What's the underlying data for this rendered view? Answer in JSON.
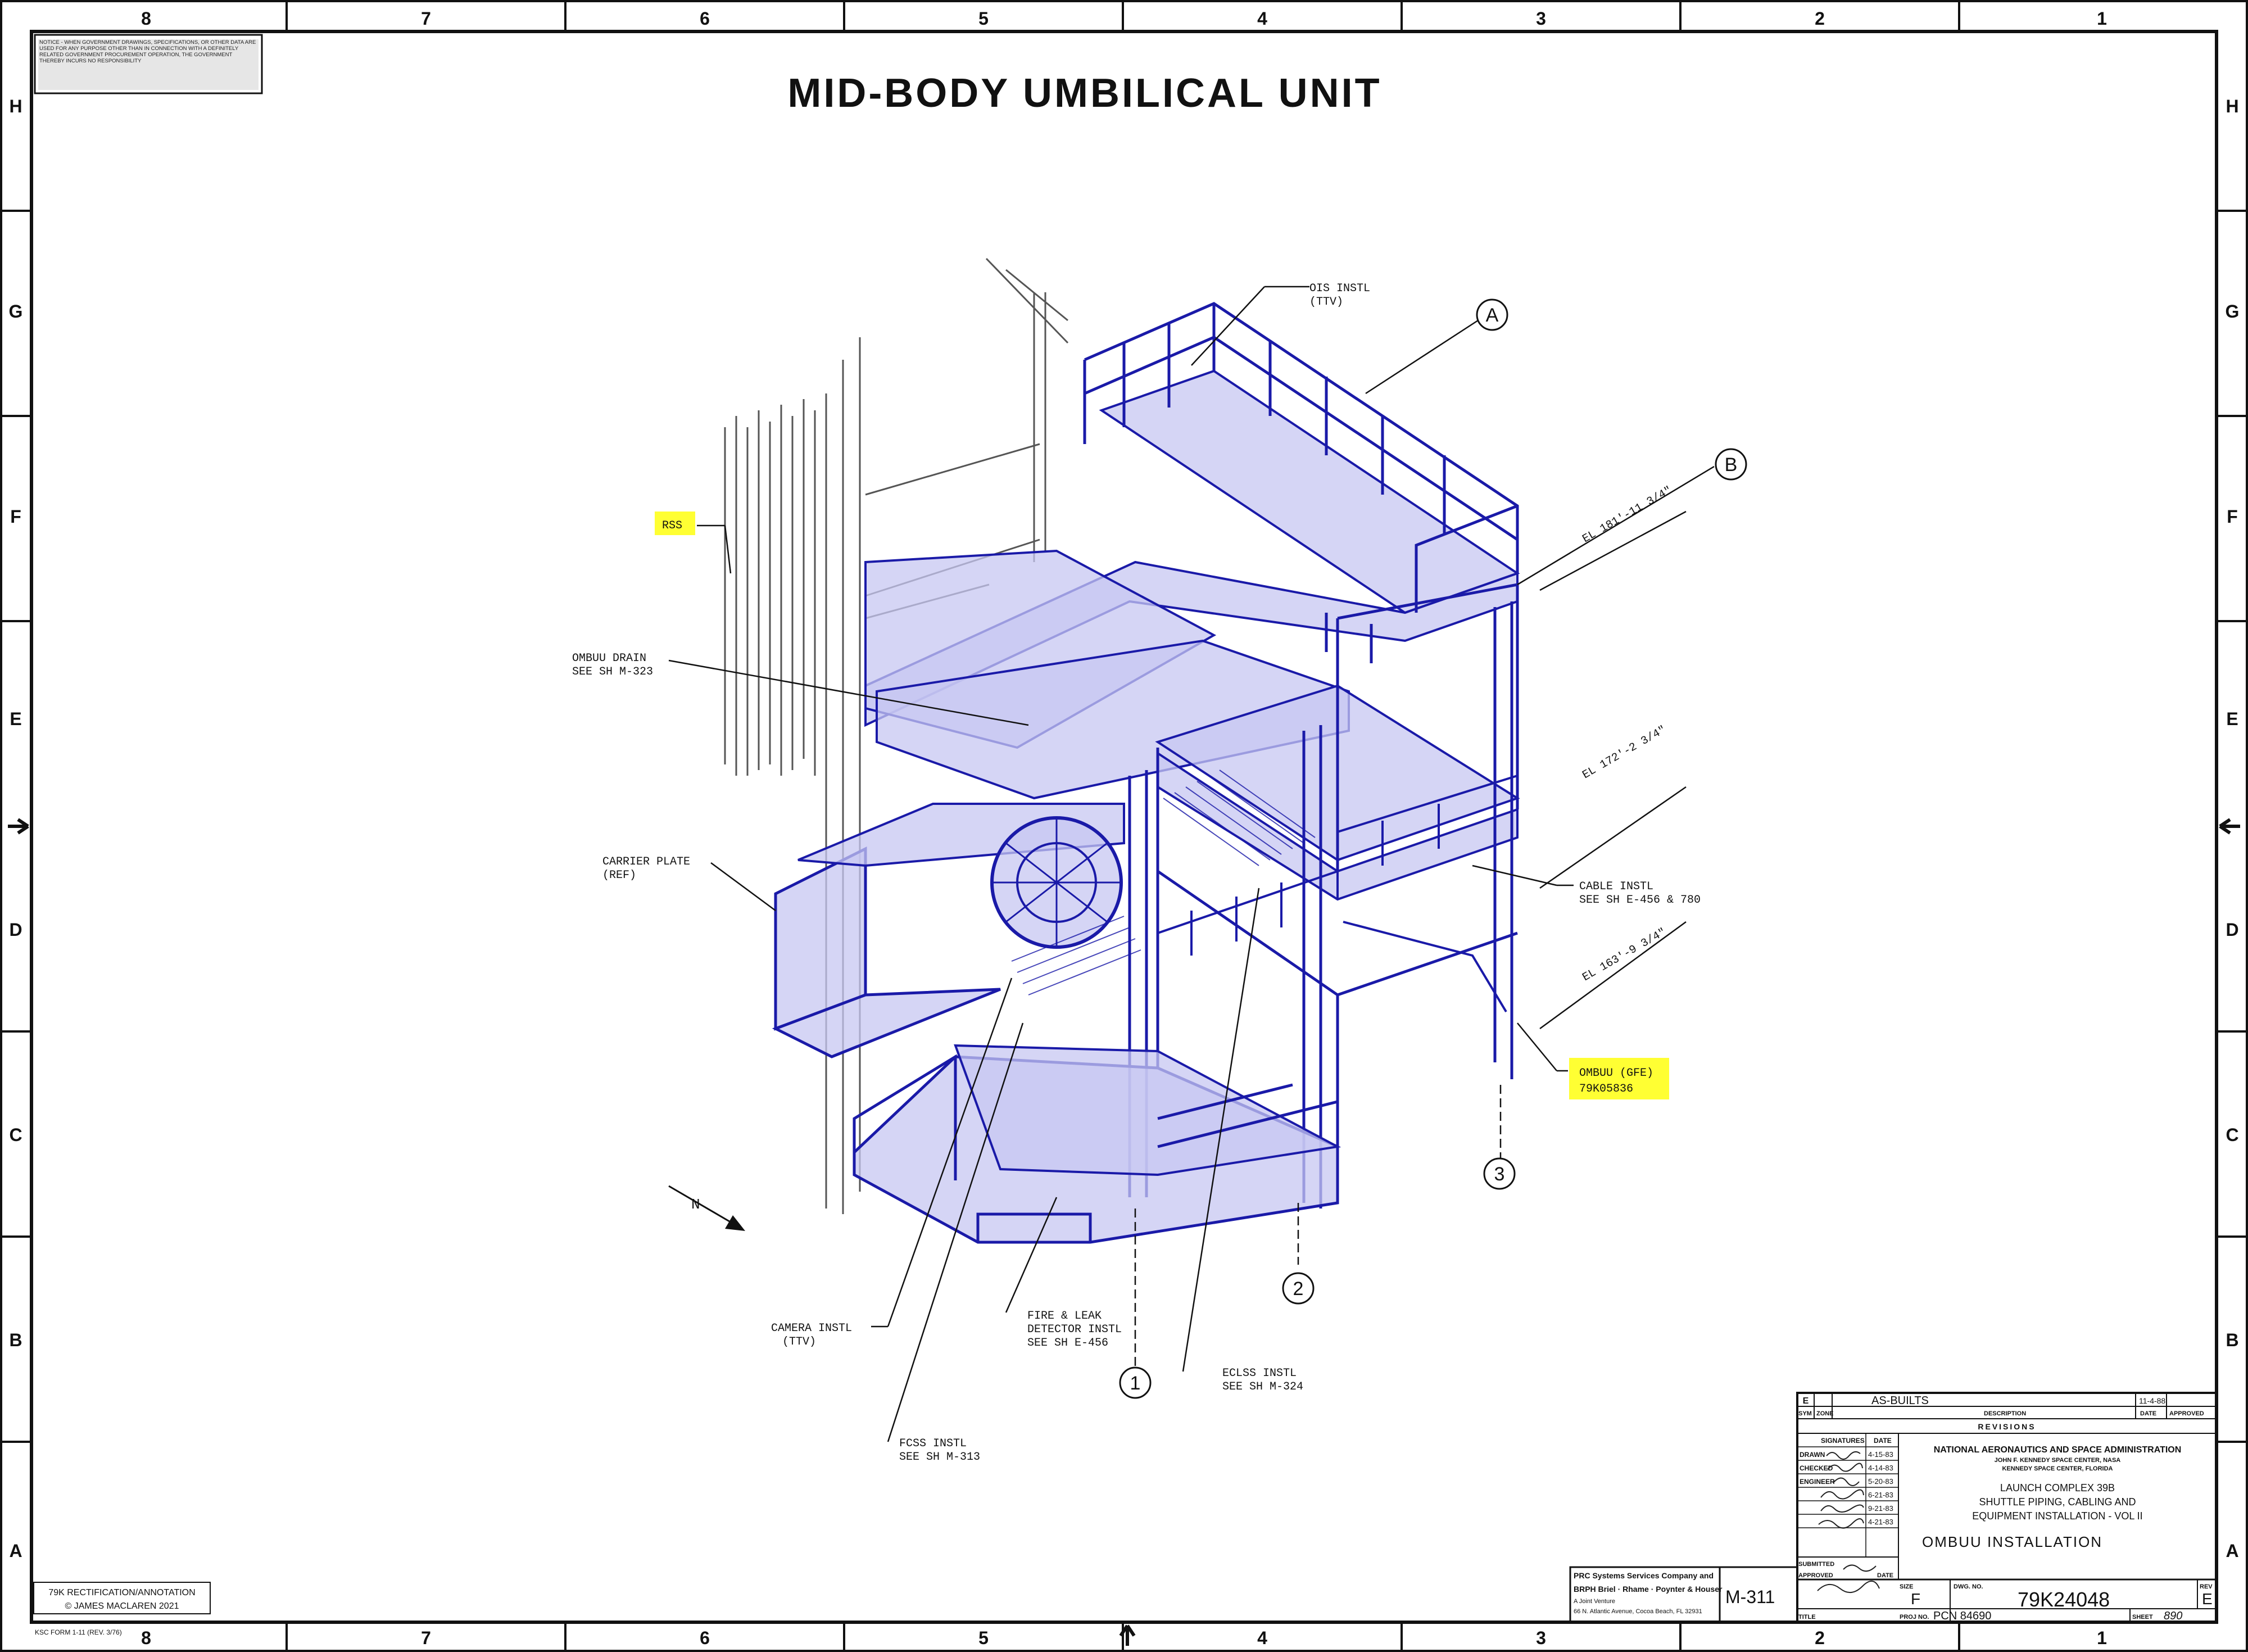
{
  "title": "MID-BODY UMBILICAL UNIT",
  "zones_top": [
    "8",
    "7",
    "6",
    "5",
    "4",
    "3",
    "2",
    "1"
  ],
  "zones_side": [
    "H",
    "G",
    "F",
    "E",
    "D",
    "C",
    "B",
    "A"
  ],
  "labels": {
    "ois": [
      "OIS INSTL",
      "(TTV)"
    ],
    "rss": "RSS",
    "ombuu_drain": [
      "OMBUU DRAIN",
      "SEE SH M-323"
    ],
    "carrier_plate": [
      "CARRIER PLATE",
      "(REF)"
    ],
    "cable": [
      "CABLE INSTL",
      "SEE SH E-456 & 780"
    ],
    "ombuu_gfe": [
      "OMBUU (GFE)",
      "79K05836"
    ],
    "camera": [
      "CAMERA INSTL",
      "(TTV)"
    ],
    "fire_leak": [
      "FIRE & LEAK",
      "DETECTOR INSTL",
      "SEE SH E-456"
    ],
    "eclss": [
      "ECLSS INSTL",
      "SEE SH M-324"
    ],
    "fcss": [
      "FCSS INSTL",
      "SEE SH M-313"
    ],
    "el1": "EL 181'-11 3/4\"",
    "el2": "EL 172'-2 3/4\"",
    "el3": "EL 163'-9 3/4\"",
    "north": "N"
  },
  "callouts": [
    "A",
    "B",
    "1",
    "2",
    "3"
  ],
  "notice_text": "NOTICE - WHEN GOVERNMENT DRAWINGS, SPECIFICATIONS, OR OTHER DATA ARE USED FOR ANY PURPOSE OTHER THAN IN CONNECTION WITH A DEFINITELY RELATED GOVERNMENT PROCUREMENT OPERATION, THE GOVERNMENT THEREBY INCURS NO RESPONSIBILITY",
  "annotation": [
    "79K RECTIFICATION/ANNOTATION",
    "© JAMES MACLAREN 2021"
  ],
  "form_number": "KSC FORM 1-11 (REV. 3/76)",
  "title_block": {
    "rev_letter": "E",
    "rev_desc": "AS-BUILTS",
    "rev_date": "11-4-88",
    "rev_headers": [
      "SYM",
      "ZONE",
      "DESCRIPTION",
      "DATE",
      "APPROVED"
    ],
    "revisions": "REVISIONS",
    "sig_header": [
      "SIGNATURES",
      "DATE"
    ],
    "roles": [
      "DRAWN",
      "CHECKED",
      "ENGINEER"
    ],
    "dates": [
      "4-15-83",
      "4-14-83",
      "5-20-83",
      "6-21-83",
      "9-21-83",
      "4-21-83"
    ],
    "agency": "NATIONAL AERONAUTICS AND SPACE ADMINISTRATION",
    "center1": "JOHN F. KENNEDY SPACE CENTER, NASA",
    "center2": "KENNEDY SPACE CENTER, FLORIDA",
    "project": [
      "LAUNCH COMPLEX 39B",
      "SHUTTLE PIPING, CABLING AND",
      "EQUIPMENT INSTALLATION - VOL II"
    ],
    "drawing_title": "OMBUU INSTALLATION",
    "submitted": "SUBMITTED",
    "approved": "APPROVED",
    "approved_date": "DATE",
    "title_lbl": "TITLE",
    "contractor": [
      "PRC Systems Services Company and",
      "BRPH Briel · Rhame · Poynter & Houser",
      "A Joint Venture",
      "66 N. Atlantic Avenue, Cocoa Beach, FL 32931"
    ],
    "sheet_code": "M-311",
    "size_lbl": "SIZE",
    "size": "F",
    "dwg_lbl": "DWG. NO.",
    "dwg_no": "79K24048",
    "rev_lbl": "REV",
    "rev": "E",
    "proj_lbl": "PROJ NO.",
    "proj_no": "PCN 84690",
    "sheet_lbl": "SHEET",
    "sheet_no": "890"
  },
  "colors": {
    "drawing_blue": "#1a1aa8",
    "tint": "#c7c7f2",
    "highlight": "#ffff33"
  }
}
